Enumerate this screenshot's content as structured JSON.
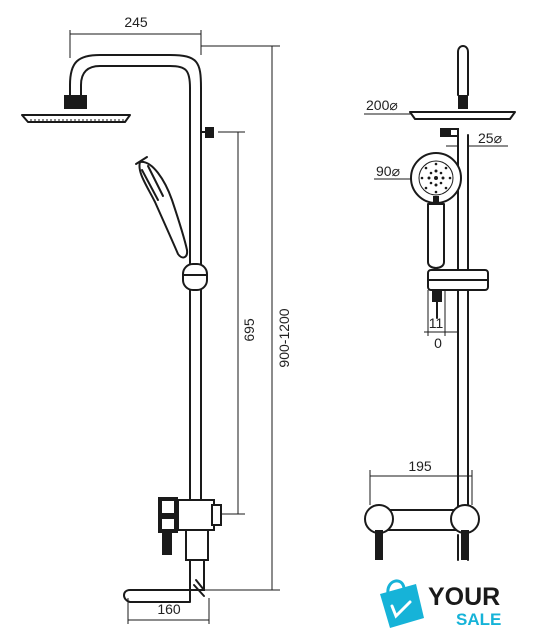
{
  "dimensions": {
    "arm_width": "245",
    "bar_height": "695",
    "total_height": "900-1200",
    "spout_width": "160",
    "head_diameter": "200⌀",
    "pipe_diameter": "25⌀",
    "hand_diameter": "90⌀",
    "offset_top": "11",
    "offset_bottom": "0",
    "mixer_width": "195"
  },
  "logo": {
    "word_top": "YOUR",
    "word_bottom": "SALE",
    "colors": {
      "ink": "#1a1a1a",
      "accent": "#16b3d8"
    },
    "icon": "shopping-bag-icon"
  }
}
